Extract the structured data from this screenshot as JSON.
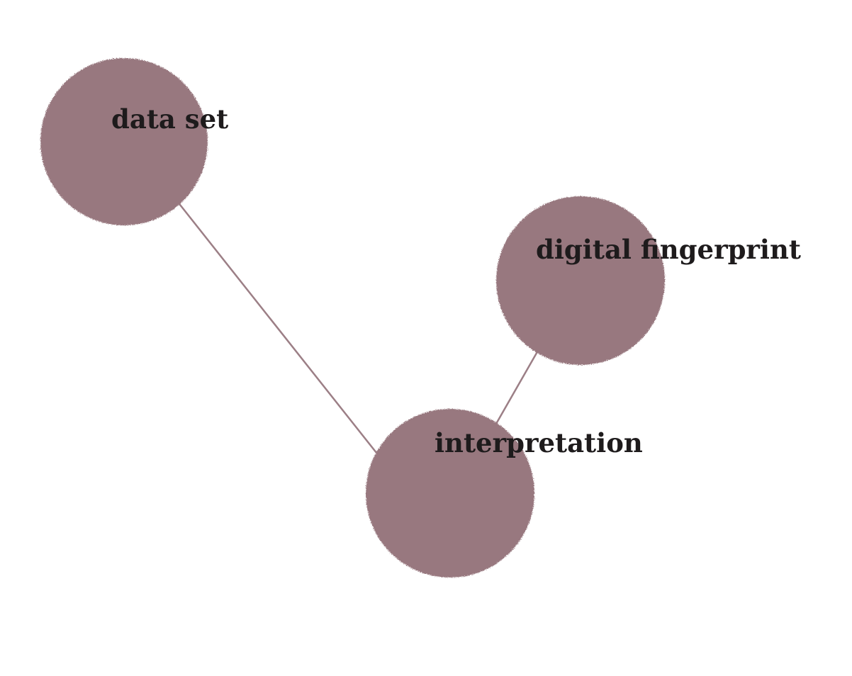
{
  "diagram": {
    "colors": {
      "node_fill": "#98787f",
      "edge_stroke": "#9c7f86",
      "label_color": "#1e1b1c",
      "background": "#ffffff"
    },
    "nodes": [
      {
        "id": "data-set",
        "label": "data set"
      },
      {
        "id": "digital-fingerprint",
        "label": "digital fingerprint"
      },
      {
        "id": "interpretation",
        "label": "interpretation"
      }
    ],
    "edges": [
      {
        "from": "data-set",
        "to": "interpretation"
      },
      {
        "from": "digital-fingerprint",
        "to": "interpretation"
      }
    ]
  }
}
